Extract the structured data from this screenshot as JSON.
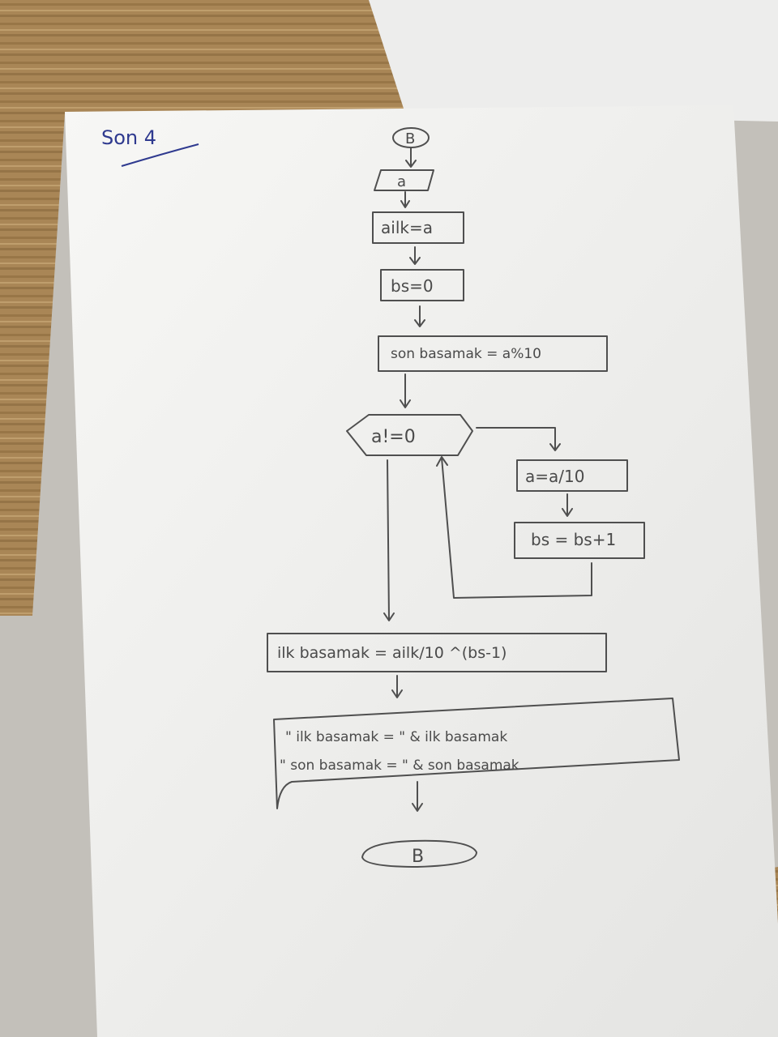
{
  "page_title": "Son 4",
  "flowchart": {
    "start": "B",
    "input": "a",
    "assign_ailk": "ailk=a",
    "assign_bs": "bs=0",
    "son_basamak": "son basamak = a%10",
    "condition": "a!=0",
    "loop_divide": "a=a/10",
    "loop_increment": "bs = bs+1",
    "ilk_basamak": "ilk basamak = ailk/10 ^(bs-1)",
    "output_line1": "\" ilk basamak = \" & ilk basamak",
    "output_line2": "\" son basamak = \" & son basamak",
    "end": "B"
  },
  "colors": {
    "ink": "#4f4f4f",
    "blue_ink": "#2f3a8f",
    "paper": "#f4f4f2",
    "wood": "#a7834f"
  }
}
